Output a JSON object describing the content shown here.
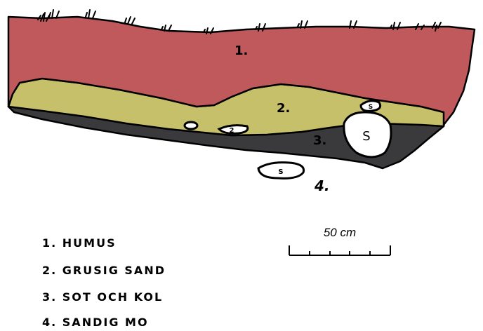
{
  "diagram": {
    "layer_labels": {
      "layer1": "1.",
      "layer2": "2.",
      "layer3": "3.",
      "layer4": "4."
    },
    "stone_labels": {
      "stone_left": "",
      "stone_mid": "2",
      "stone_small": "S",
      "stone_large": "S",
      "stone_bottom": "S"
    },
    "colors": {
      "humus": "#c0595c",
      "gravel_sand": "#c7c06a",
      "soot_charcoal": "#3a3a3d",
      "outline": "#000000",
      "stone_fill": "#ffffff",
      "grass": "#000000"
    },
    "icons": [
      "grass-tuft-icon",
      "stone-icon"
    ]
  },
  "scale": {
    "label": "50 cm"
  },
  "legend": {
    "items": [
      "1. HUMUS",
      "2. GRUSIG SAND",
      "3. SOT OCH KOL",
      "4. SANDIG MO"
    ]
  }
}
